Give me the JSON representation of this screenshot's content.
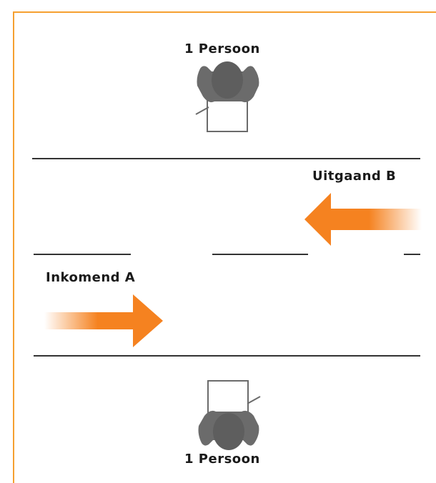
{
  "colors": {
    "frame": "#f5a030",
    "arrow": "#f58220",
    "person": "#6b6b6b",
    "line": "#333333"
  },
  "top_person": {
    "label": "1 Persoon",
    "icon": "person-top-view-icon"
  },
  "bottom_person": {
    "label": "1 Persoon",
    "icon": "person-top-view-icon"
  },
  "lane_b": {
    "label": "Uitgaand B",
    "direction": "left"
  },
  "lane_a": {
    "label": "Inkomend A",
    "direction": "right"
  }
}
